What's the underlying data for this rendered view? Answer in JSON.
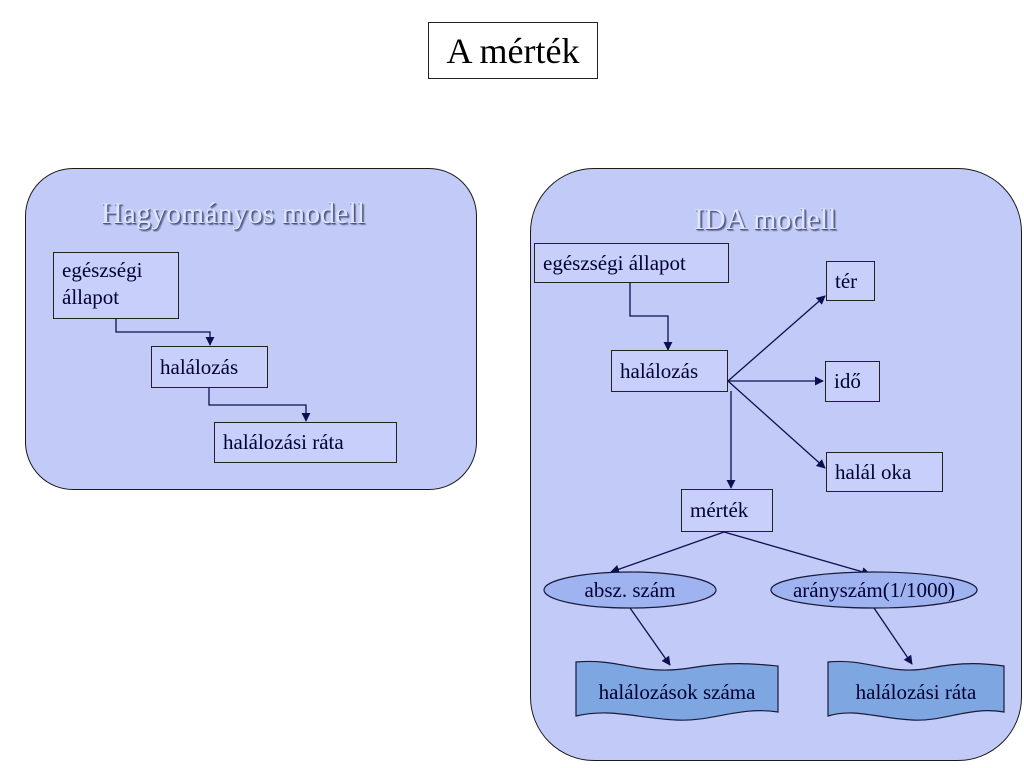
{
  "slide_title": "A mérték",
  "left_model": {
    "title": "Hagyományos modell",
    "nodes": {
      "health_state_line1": "egészségi",
      "health_state_line2": "állapot",
      "mortality": "halálozás",
      "mortality_rate": "halálozási ráta"
    }
  },
  "right_model": {
    "title": "IDA modell",
    "nodes": {
      "health_state": "egészségi állapot",
      "mortality": "halálozás",
      "space": "tér",
      "time": "idő",
      "cause_of_death": "halál oka",
      "measure": "mérték",
      "absolute_number": "absz. szám",
      "ratio": "arányszám(1/1000)",
      "number_of_deaths": "halálozások száma",
      "mortality_rate": "halálozási ráta"
    }
  },
  "colors": {
    "panel_fill": "#c2cbf7",
    "shape_fill": "#9fb3f0",
    "document_fill": "#7ea6e0",
    "connector": "#0d1050",
    "title_text": "#dfe4ff"
  }
}
